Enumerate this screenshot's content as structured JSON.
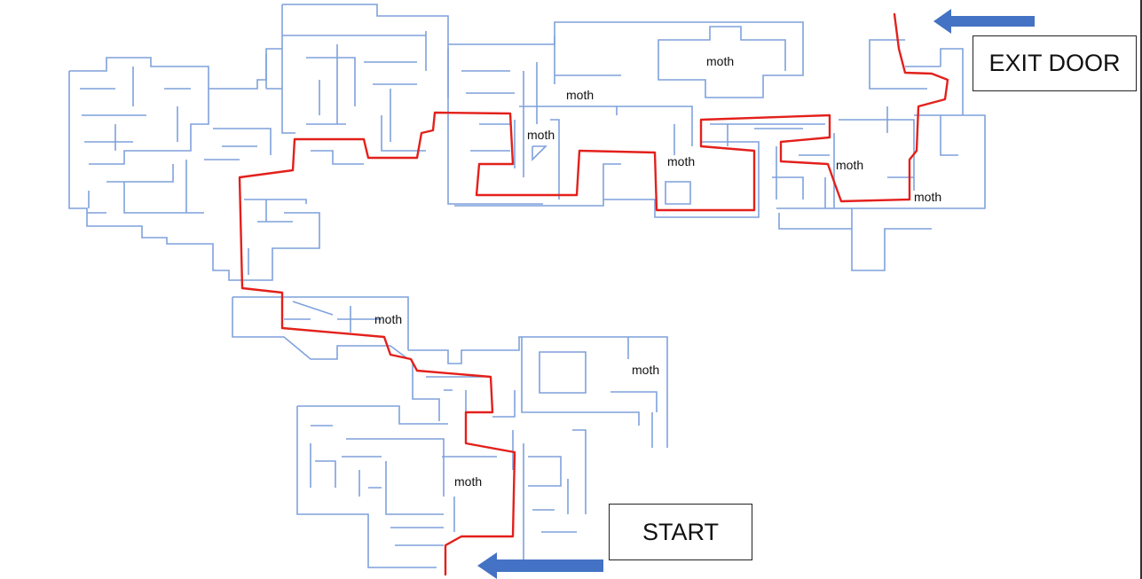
{
  "labels": {
    "exit": "EXIT DOOR",
    "start": "START",
    "moth": [
      "moth",
      "moth",
      "moth",
      "moth",
      "moth",
      "moth",
      "moth",
      "moth",
      "moth"
    ]
  },
  "icons": {
    "exit_arrow": "left-arrow",
    "start_arrow": "left-arrow"
  },
  "colors": {
    "walls": "#7fa1dc",
    "route": "#e3201b",
    "arrows": "#4472c4"
  }
}
